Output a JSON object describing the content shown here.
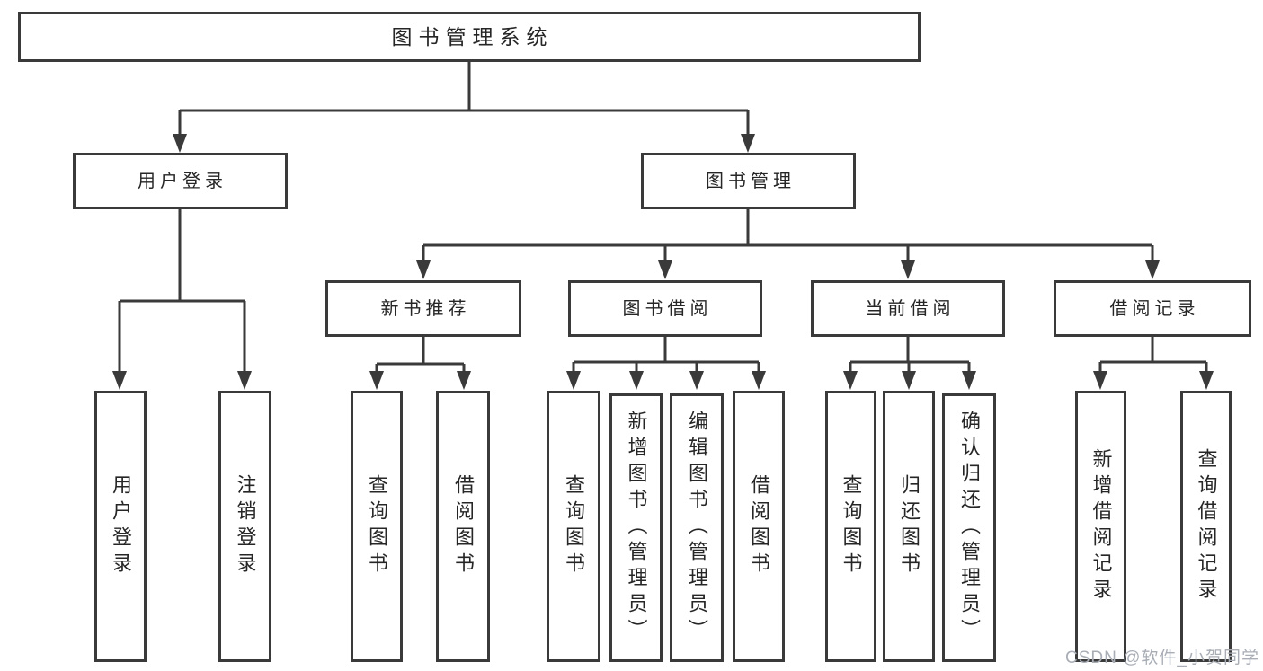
{
  "diagram_title": "图书管理系统",
  "nodes": {
    "root": {
      "label": "图书管理系统"
    },
    "user_login": {
      "label": "用户登录"
    },
    "book_management": {
      "label": "图书管理"
    },
    "new_book_recommend": {
      "label": "新书推荐"
    },
    "book_borrow": {
      "label": "图书借阅"
    },
    "current_borrow": {
      "label": "当前借阅"
    },
    "borrow_records": {
      "label": "借阅记录"
    },
    "leaf_user_login": {
      "label": "用户登录"
    },
    "leaf_logout": {
      "label": "注销登录"
    },
    "leaf_query_books_1": {
      "label": "查询图书"
    },
    "leaf_borrow_books_1": {
      "label": "借阅图书"
    },
    "leaf_query_books_2": {
      "label": "查询图书"
    },
    "leaf_add_books": {
      "label": "新增图书（管理员）"
    },
    "leaf_edit_books": {
      "label": "编辑图书（管理员）"
    },
    "leaf_borrow_books_2": {
      "label": "借阅图书"
    },
    "leaf_query_books_3": {
      "label": "查询图书"
    },
    "leaf_return_books": {
      "label": "归还图书"
    },
    "leaf_confirm_return": {
      "label": "确认归还（管理员）"
    },
    "leaf_add_borrow_record": {
      "label": "新增借阅记录"
    },
    "leaf_query_borrow_record": {
      "label": "查询借阅记录"
    }
  },
  "colors": {
    "line": "#3a3a3a",
    "box_border": "#3a3a3a",
    "text": "#262626",
    "background": "#ffffff",
    "watermark": "#a9aeb6"
  },
  "watermark": {
    "text": "CSDN @软件_小贺同学"
  }
}
